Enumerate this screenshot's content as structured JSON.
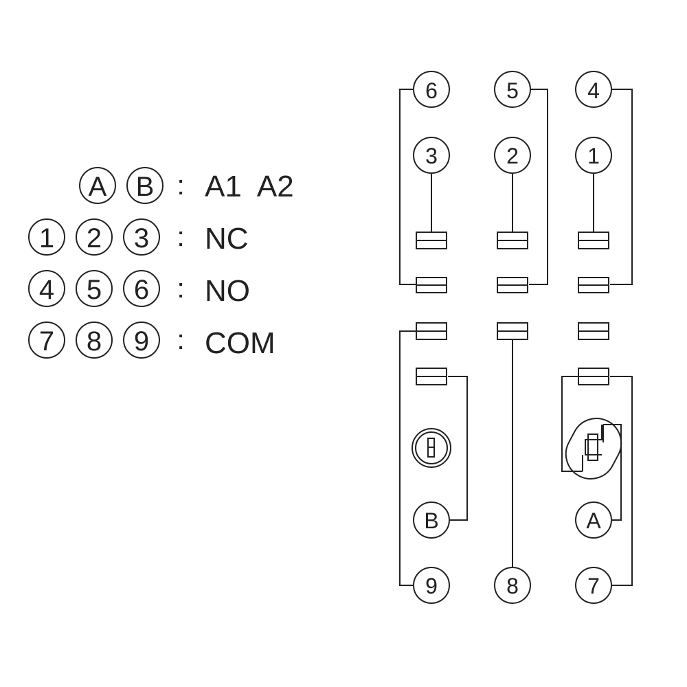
{
  "legend": [
    {
      "codes": [
        "A",
        "B"
      ],
      "separator": ":",
      "text": "A1  A2"
    },
    {
      "codes": [
        "1",
        "2",
        "3"
      ],
      "separator": ":",
      "text": "NC"
    },
    {
      "codes": [
        "4",
        "5",
        "6"
      ],
      "separator": ":",
      "text": "NO"
    },
    {
      "codes": [
        "7",
        "8",
        "9"
      ],
      "separator": ":",
      "text": "COM"
    }
  ],
  "terminals": {
    "t6": "6",
    "t5": "5",
    "t4": "4",
    "t3": "3",
    "t2": "2",
    "t1": "1",
    "tB": "B",
    "tA": "A",
    "t9": "9",
    "t8": "8",
    "t7": "7"
  },
  "colors": {
    "line": "#222222",
    "background": "#ffffff"
  }
}
